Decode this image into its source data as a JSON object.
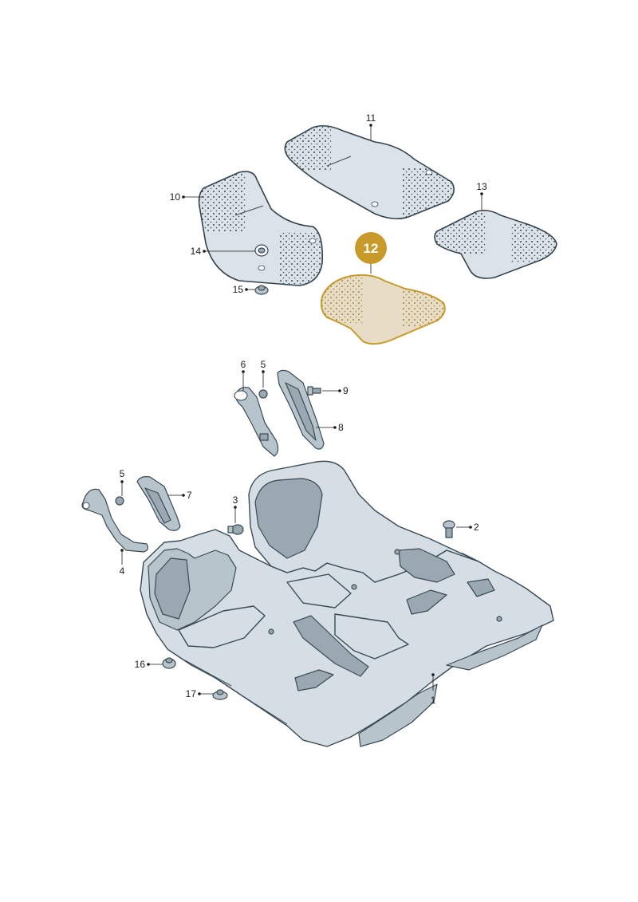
{
  "diagram": {
    "highlight_color": "#c79a2a",
    "highlighted_part": "12",
    "callouts": [
      "1",
      "2",
      "3",
      "4",
      "5",
      "5",
      "6",
      "7",
      "8",
      "9",
      "10",
      "11",
      "13",
      "14",
      "15",
      "16",
      "17"
    ],
    "parts": {
      "p1": "1",
      "p2": "2",
      "p3": "3",
      "p4": "4",
      "p5a": "5",
      "p5b": "5",
      "p6": "6",
      "p7": "7",
      "p8": "8",
      "p9": "9",
      "p10": "10",
      "p11": "11",
      "p12": "12",
      "p13": "13",
      "p14": "14",
      "p15": "15",
      "p16": "16",
      "p17": "17"
    }
  }
}
